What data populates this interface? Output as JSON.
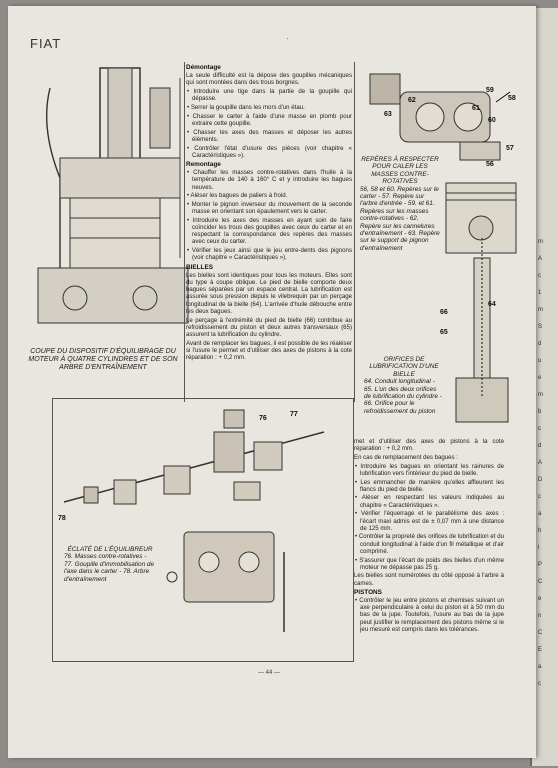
{
  "header": {
    "brand": "FIAT",
    "mark": "·"
  },
  "col_mid_top": {
    "h1": "Démontage",
    "p1": "La seule difficulté est la dépose des goupilles mécaniques qui sont montées dans des trous borgnes.",
    "b": [
      "Introduire une tige dans la partie de la goupille qui dépasse.",
      "Serrer la goupille dans les mors d'un étau.",
      "Chasser le carter à l'aide d'une masse en plomb pour extraire cette goupille.",
      "Chasser les axes des masses et déposer les autres éléments.",
      "Contrôler l'état d'usure des pièces (voir chapitre « Caractéristiques »)."
    ],
    "h2": "Remontage",
    "b2": [
      "Chauffer les masses contre-rotatives dans l'huile à la température de 140 à 160° C et y introduire les bagues neuves.",
      "Aléser les bagues de paliers à froid.",
      "Monter le pignon inverseur du mouvement de la seconde masse en orientant son épaulement vers le carter.",
      "Introduire les axes des masses en ayant soin de faire coïncider les trous des goupilles avec ceux du carter et en respectant la correspondance des repères des masses avec ceux du carter.",
      "Vérifier les jeux ainsi que le jeu entre-dents des pignons (voir chapitre « Caractéristiques »)."
    ],
    "h3": "BIELLES",
    "p3": "Les bielles sont identiques pour tous les moteurs. Elles sont du type à coupe oblique. Le pied de bielle comporte deux bagues séparées par un espace central. La lubrification est assurée sous pression depuis le vilebrequin par un perçage longitudinal de la bielle (64). L'arrivée d'huile débouche entre les deux bagues.",
    "p4": "Le perçage à l'extrémité du pied de bielle (66) contribue au refroidissement du piston et deux autres transversaux (65) assurent la lubrification du cylindre.",
    "p5": "Avant de remplacer les bagues, il est possible de les réaléser si l'usure le permet et d'utiliser des axes de pistons à la cote réparation : + 0,2 mm."
  },
  "col_right_bottom": {
    "p1": "met et d'utiliser des axes de pistons à la cote réparation : + 0,2 mm.",
    "p2": "En cas de remplacement des bagues :",
    "b": [
      "Introduire les bagues en orientant les rainures de lubrification vers l'intérieur du pied de bielle.",
      "Les emmancher de manière qu'elles affleurent les flancs du pied de bielle.",
      "Aléser en respectant les valeurs indiquées au chapitre « Caractéristiques ».",
      "Vérifier l'équerrage et le parallélisme des axes : l'écart maxi admis est de ± 0,07 mm à une distance de 125 mm.",
      "Contrôler la propreté des orifices de lubrification et du conduit longitudinal à l'aide d'un fil métallique et d'air comprimé.",
      "S'assurer que l'écart de poids des bielles d'un même moteur ne dépasse pas 25 g."
    ],
    "p3": "Les bielles sont numérotées du côté opposé à l'arbre à cames.",
    "h": "PISTONS",
    "b2": [
      "Contrôler le jeu entre pistons et chemises suivant un axe perpendiculaire à celui du piston et à 50 mm du bas de la jupe. Toutefois, l'usure au bas de la jupe peut justifier le remplacement des pistons même si le jeu mesuré est compris dans les tolérances."
    ]
  },
  "captions": {
    "coupe": "COUPE DU DISPOSITIF D'ÉQUILIBRAGE DU MOTEUR À QUATRE CYLINDRES ET DE SON ARBRE D'ENTRAÎNEMENT",
    "reperes_title": "REPÈRES À RESPECTER POUR CALER LES MASSES CONTRE-ROTATIVES",
    "reperes_body": "56, 58 et 60. Repères sur le carter - 57. Repère sur l'arbre d'entrée - 59. et 61. Repères sur les masses contre-rotatives - 62. Repère sur les cannelures d'entraînement - 63. Repère sur le support de pignon d'entraînement",
    "orifices_title": "ORIFICES DE LUBRIFICATION D'UNE BIELLE",
    "orifices_body": "64. Conduit longitudinal - 65. L'un des deux orifices de lubrification du cylindre - 66. Orifice pour le refroidissement du piston",
    "eclate_title": "ÉCLATÉ DE L'ÉQUILIBREUR",
    "eclate_body": "76. Masses contre-rotatives - 77. Goupille d'immobilisation de l'axe dans le carter - 78. Arbre d'entraînement"
  },
  "labels": {
    "n56": "56",
    "n57": "57",
    "n58": "58",
    "n59": "59",
    "n60": "60",
    "n61": "61",
    "n62": "62",
    "n63": "63",
    "n64": "64",
    "n65": "65",
    "n66": "66",
    "n76": "76",
    "n77": "77",
    "n78": "78"
  },
  "footer": {
    "page": "— 44 —"
  },
  "right_page_fragments": [
    "m",
    "A",
    "c",
    "1",
    "m",
    "S",
    "d",
    "u",
    "e",
    "m",
    "b",
    "c",
    "d",
    "A",
    "D",
    "c",
    "a",
    "h",
    "l",
    "P",
    "C",
    "e",
    "n",
    "C",
    "E",
    "a",
    "c"
  ]
}
